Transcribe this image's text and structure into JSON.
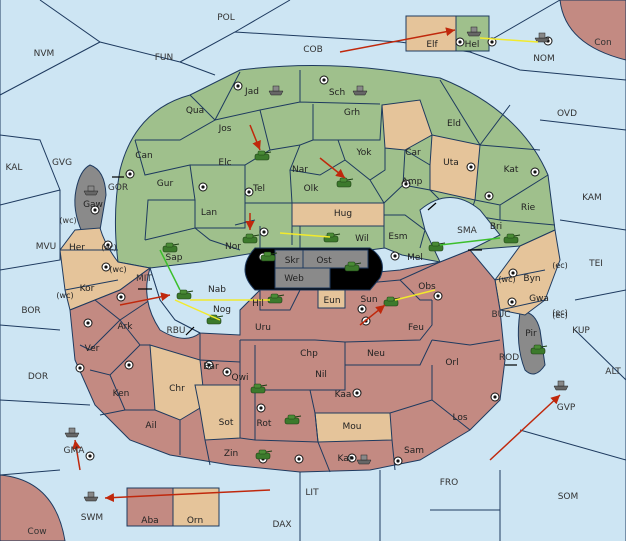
{
  "colors": {
    "sea": "#cde5f3",
    "green": "#9fc08c",
    "tan": "#e5c49a",
    "red": "#c38a82",
    "grey": "#8a8a8a",
    "black": "#000000",
    "border": "#1e3a5f",
    "order_move": "#c0280c",
    "order_support": "#f2ea2c",
    "order_convoy": "#3cbf2c"
  },
  "sea_labels": [
    "POL",
    "NVM",
    "FUN",
    "COB",
    "Con",
    "NOM",
    "OVD",
    "KAL",
    "GVG",
    "GOR",
    "(wc)",
    "MVU",
    "KAM",
    "SMA",
    "TEI",
    "BOR",
    "MIT",
    "RBU",
    "(ec)",
    "BUC",
    "KUP",
    "DOR",
    "ROD",
    "ALT",
    "GVP",
    "GMA",
    "SWM",
    "LIT",
    "FRO",
    "SOM",
    "Cow",
    "DAX"
  ],
  "land_labels": [
    "Jad",
    "Sch",
    "Qua",
    "Jos",
    "Grh",
    "Eld",
    "Car",
    "Can",
    "Elc",
    "Yok",
    "Nar",
    "Uta",
    "Kat",
    "Amp",
    "Olk",
    "Tel",
    "Gur",
    "Lan",
    "Hug",
    "Rie",
    "Gaw",
    "Nor",
    "Wil",
    "Esm",
    "Bri",
    "Sap",
    "Skr",
    "Ost",
    "Mel",
    "Web",
    "Her",
    "Kor",
    "Nab",
    "Hil",
    "Obs",
    "Byn",
    "Eun",
    "Sun",
    "Gwa",
    "Ark",
    "Nog",
    "Uru",
    "Feu",
    "Pir",
    "Ver",
    "Chp",
    "Neu",
    "Bar",
    "Qwi",
    "Nil",
    "Orl",
    "Kaa",
    "Ken",
    "Chr",
    "Sot",
    "Rot",
    "Mou",
    "Los",
    "Ail",
    "Zin",
    "Kar",
    "Sam",
    "Elf",
    "Hel",
    "Aba",
    "Orn",
    "(ec)",
    "(wc)",
    "(wc)",
    "(ec)",
    "(wc)",
    "(ec)"
  ]
}
